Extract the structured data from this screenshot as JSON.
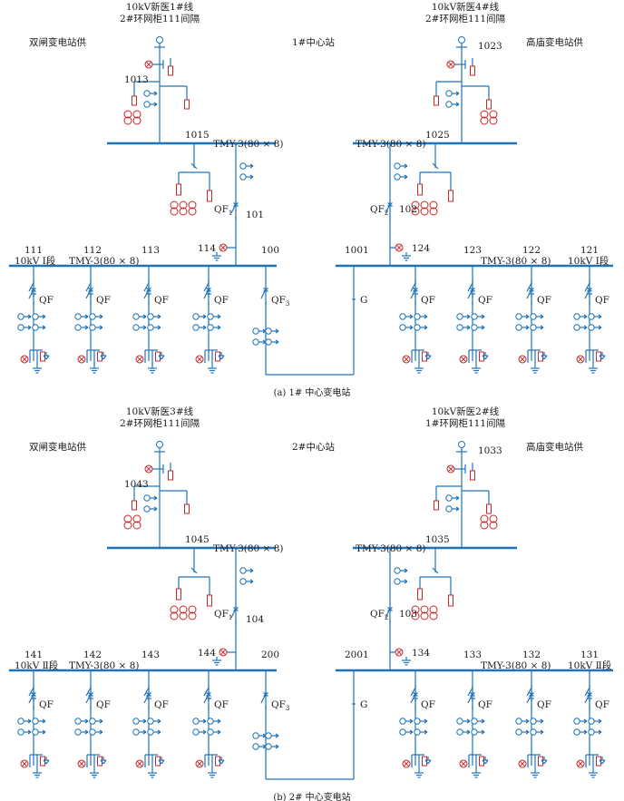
{
  "colors": {
    "wire": "#1e73b9",
    "accent": "#c62828",
    "text": "#1a1a1a"
  },
  "icons": [
    "circuit-breaker-icon",
    "disconnector-icon",
    "fuse-icon",
    "current-transformer-icon",
    "indicator-lamp-icon",
    "ground-icon",
    "surge-arrester-icon"
  ],
  "stations": [
    {
      "id": "s1",
      "name": "1#中心站",
      "caption": "(a) 1# 中心变电站",
      "left_supply": "双闸变电站供",
      "right_supply": "高庙变电站供",
      "left_feed": [
        "10kV新医1#线",
        "2#环网柜111间隔"
      ],
      "right_feed": [
        "10kV新医4#线",
        "2#环网柜111间隔"
      ],
      "left_gnd_switch": "1013",
      "right_gnd_switch": "1023",
      "left_incoming": "1015",
      "right_incoming": "1025",
      "left_tmy": "TMY-3(80 × 8)",
      "right_tmy": "TMY-3(80 × 8)",
      "left_breaker": "QF",
      "left_breaker_sub": "1",
      "left_breaker_no": "101",
      "right_breaker": "QF",
      "right_breaker_sub": "2",
      "right_breaker_no": "102",
      "left_earth": "114",
      "right_earth": "124",
      "tie_left": "100",
      "tie_right": "1001",
      "left_section_no": "111",
      "left_section_name": "10kV Ⅰ段",
      "right_section_no": "121",
      "right_section_name": "10kV Ⅰ段",
      "lv_tmy_left": "TMY-3(80 × 8)",
      "lv_tmy_right": "TMY-3(80 × 8)",
      "feeder_labels_left": [
        "112",
        "113"
      ],
      "feeder_labels_right": [
        "123",
        "122"
      ],
      "qf": "QF",
      "tie_qf": "QF",
      "tie_qf_sub": "3",
      "g_label": "G"
    },
    {
      "id": "s2",
      "name": "2#中心站",
      "caption": "(b) 2# 中心变电站",
      "left_supply": "双闸变电站供",
      "right_supply": "高庙变电站供",
      "left_feed": [
        "10kV新医3#线",
        "2#环网柜111间隔"
      ],
      "right_feed": [
        "10kV新医2#线",
        "1#环网柜111间隔"
      ],
      "left_gnd_switch": "1043",
      "right_gnd_switch": "1033",
      "left_incoming": "1045",
      "right_incoming": "1035",
      "left_tmy": "TMY-3(80 × 8)",
      "right_tmy": "TMY-3(80 × 8)",
      "left_breaker": "QF",
      "left_breaker_sub": "1",
      "left_breaker_no": "104",
      "right_breaker": "QF",
      "right_breaker_sub": "2",
      "right_breaker_no": "103",
      "left_earth": "144",
      "right_earth": "134",
      "tie_left": "200",
      "tie_right": "2001",
      "left_section_no": "141",
      "left_section_name": "10kV Ⅱ段",
      "right_section_no": "131",
      "right_section_name": "10kV Ⅱ段",
      "lv_tmy_left": "TMY-3(80 × 8)",
      "lv_tmy_right": "TMY-3(80 × 8)",
      "feeder_labels_left": [
        "142",
        "143"
      ],
      "feeder_labels_right": [
        "133",
        "132"
      ],
      "qf": "QF",
      "tie_qf": "QF",
      "tie_qf_sub": "3",
      "g_label": "G"
    }
  ]
}
